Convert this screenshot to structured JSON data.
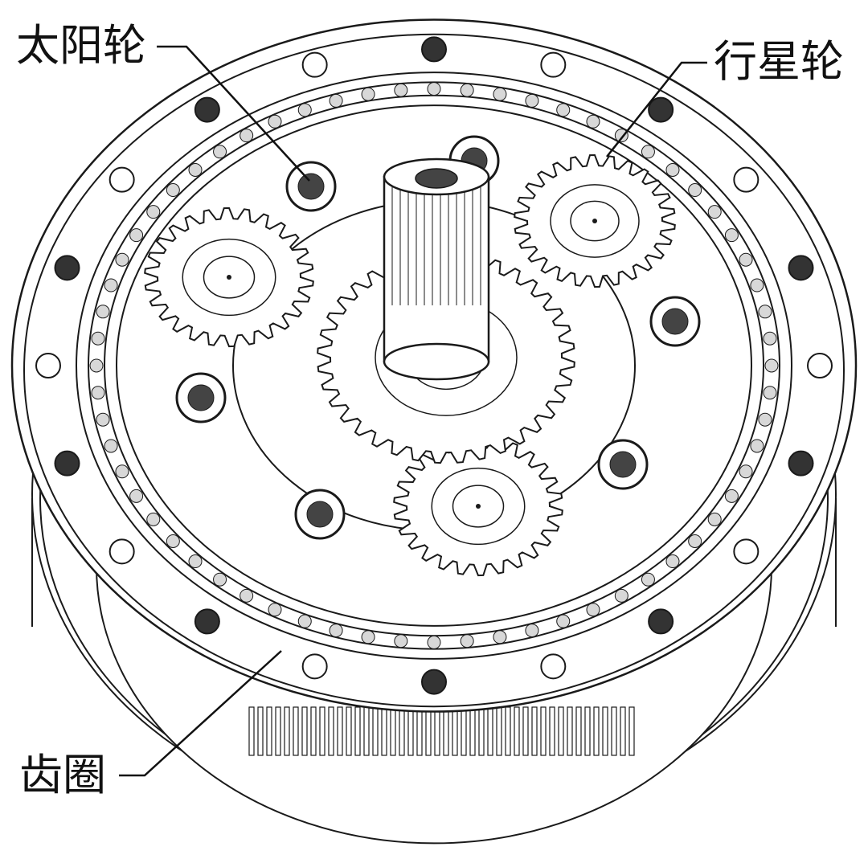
{
  "labels": {
    "sun_gear": "太阳轮",
    "planet_gear": "行星轮",
    "ring_gear": "齿圈"
  },
  "colors": {
    "ink": "#1a1a1a",
    "paper": "#ffffff",
    "shade": "#d8d8d8"
  }
}
